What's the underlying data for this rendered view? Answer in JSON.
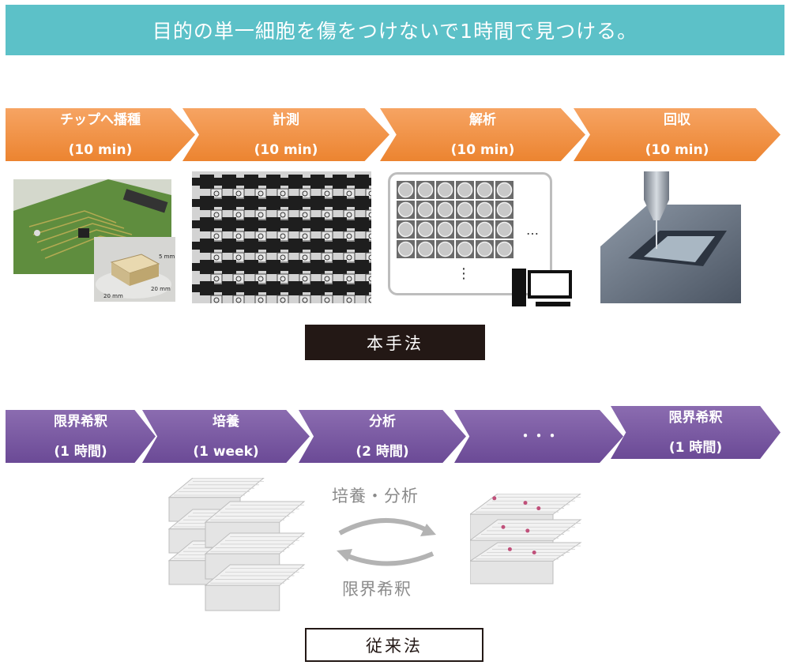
{
  "banner": {
    "title": "目的の単一細胞を傷をつけないで1時間で見つける。"
  },
  "new_method": {
    "steps": [
      {
        "label": "チップへ播種",
        "time": "(10 min)"
      },
      {
        "label": "計測",
        "time": "(10 min)"
      },
      {
        "label": "解析",
        "time": "(10 min)"
      },
      {
        "label": "回収",
        "time": "(10 min)"
      }
    ],
    "chip_dims": {
      "height": "5 mm",
      "width": "20 mm",
      "depth": "20 mm"
    },
    "analysis_more": "…",
    "analysis_vdots": "⋮",
    "caption": "本手法"
  },
  "old_method": {
    "steps": [
      {
        "label": "限界希釈",
        "time": "(1 時間)"
      },
      {
        "label": "培養",
        "time": "(1 week)"
      },
      {
        "label": "分析",
        "time": "(2 時間)"
      },
      {
        "label": "・・・",
        "time": ""
      },
      {
        "label": "限界希釈",
        "time": "(1 時間)"
      }
    ],
    "cycle_top": "培養・分析",
    "cycle_bottom": "限界希釈",
    "caption": "従来法"
  },
  "colors": {
    "banner": "#5cc1c8",
    "orange": "#ef8c3a",
    "purple": "#7a5ba3",
    "caption_dark": "#231815"
  }
}
